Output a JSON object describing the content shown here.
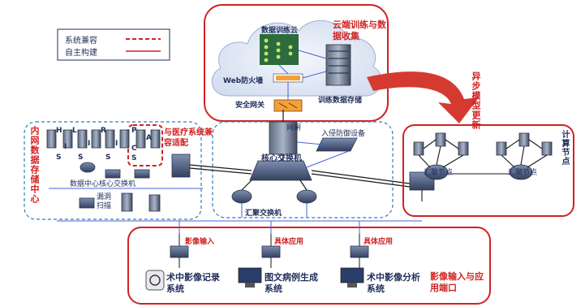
{
  "legend": {
    "compatible": "系统兼容",
    "self_built": "自主构建"
  },
  "cloud": {
    "title": "云端训练与数据收集",
    "training_cloud": "数据训练云",
    "waf": "Web防火墙",
    "gateway": "安全网关",
    "storage": "训练数据存储"
  },
  "async_update": "异步模型更新",
  "left": {
    "title": "内网数据存储中心",
    "his": [
      "H",
      "I",
      "S"
    ],
    "lis": [
      "L",
      "I",
      "S"
    ],
    "ris": [
      "R",
      "I",
      "S"
    ],
    "pacs": [
      "P",
      "A",
      "C",
      "S"
    ],
    "medical_compat": "与医疗系统兼容适配",
    "core_switch": "数据中心核心交换机",
    "scan": "漏洞扫描"
  },
  "center": {
    "gatekeeper": "网闸",
    "ips": "入侵防御设备",
    "core_switch": "核心交换机",
    "agg_switch": "汇聚交换机"
  },
  "right": {
    "node_a": "汇聚节点",
    "node_b": "汇聚节点",
    "compute": "计算节点"
  },
  "bottom": {
    "title": "影像输入与应用端口",
    "input_label": "影像输入",
    "app_label_1": "具体应用",
    "app_label_2": "具体应用",
    "sys1": "术中影像记录系统",
    "sys2": "图文病例生成系统",
    "sys3": "术中影像分析系统"
  },
  "colors": {
    "red": "#d22222",
    "navy": "#1f2d5a",
    "cloud": "#dfe6f3",
    "blue_line": "#4a64d8"
  }
}
